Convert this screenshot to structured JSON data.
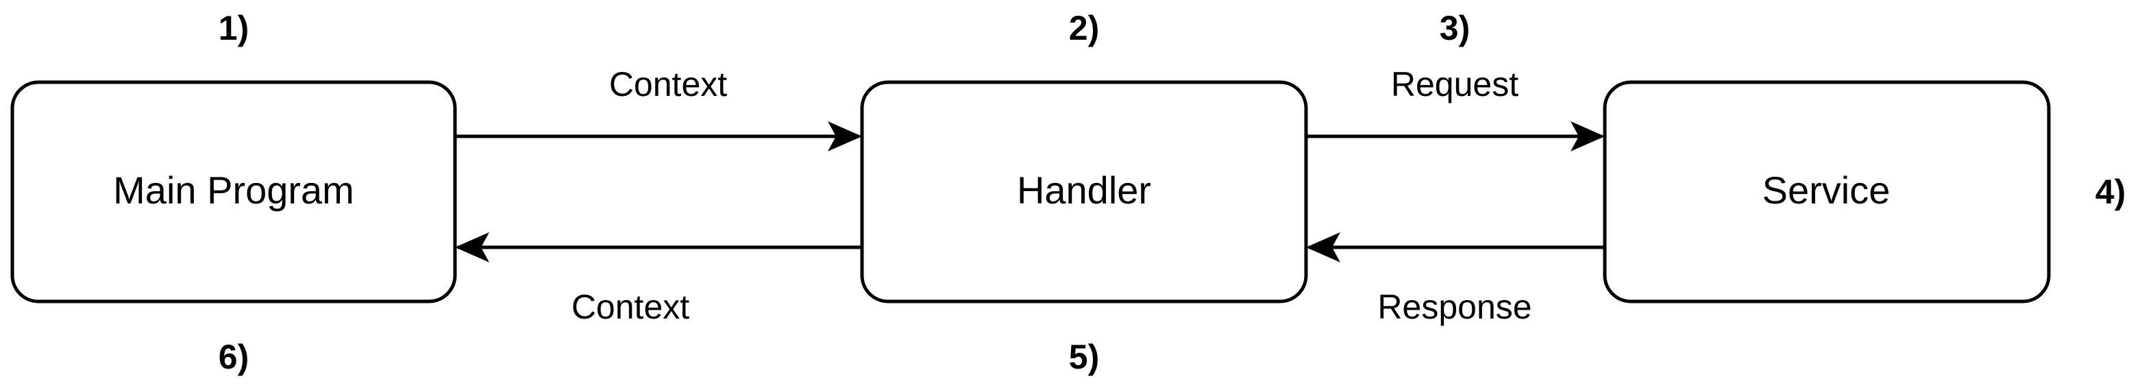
{
  "nodes": {
    "main_program": "Main Program",
    "handler": "Handler",
    "service": "Service"
  },
  "edges": {
    "main_to_handler": "Context",
    "handler_to_service": "Request",
    "service_to_handler": "Response",
    "handler_to_main": "Context"
  },
  "steps": {
    "s1": "1)",
    "s2": "2)",
    "s3": "3)",
    "s4": "4)",
    "s5": "5)",
    "s6": "6)"
  },
  "colors": {
    "stroke": "#000000",
    "fill": "#ffffff",
    "text": "#000000"
  }
}
